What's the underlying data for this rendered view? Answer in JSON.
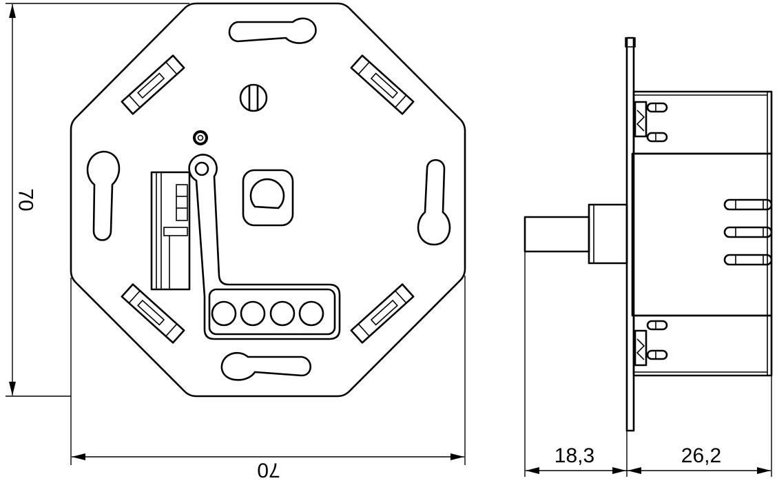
{
  "dimensions": {
    "front_height": "70",
    "front_width": "70",
    "side_shaft_depth": "18,3",
    "side_body_depth": "26,2"
  }
}
